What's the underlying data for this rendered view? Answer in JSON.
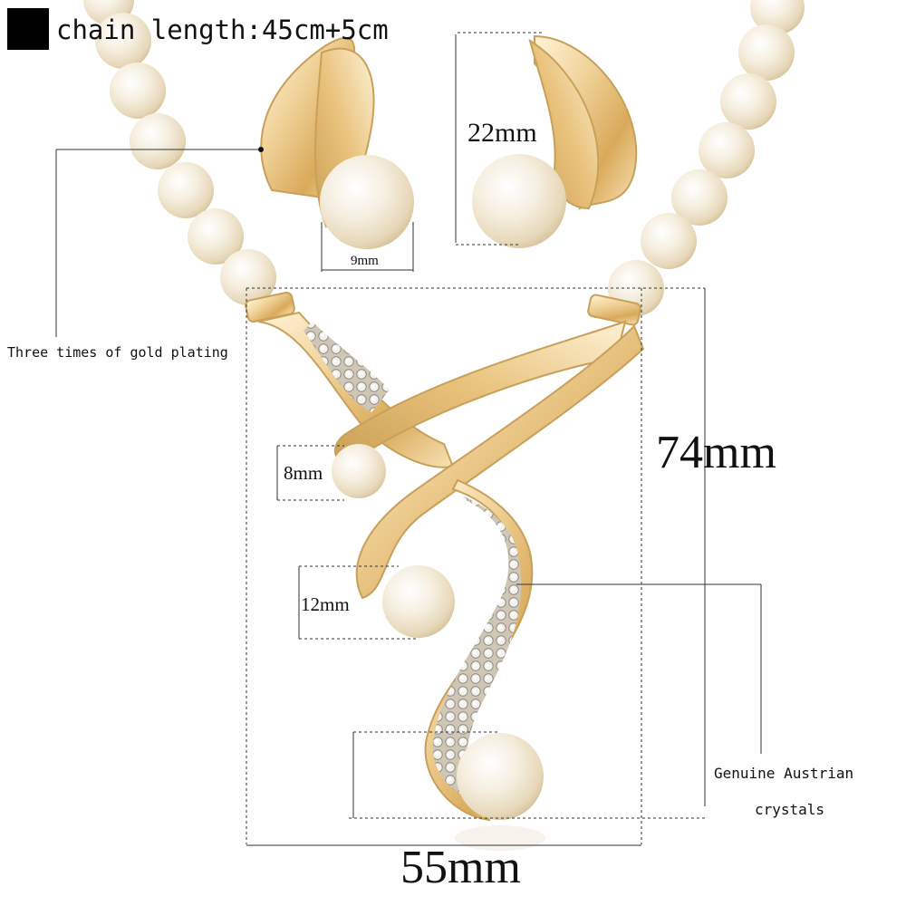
{
  "header": {
    "chain_length": "chain length:45cm+5cm"
  },
  "annotations": {
    "gold_plating": "Three times of gold plating",
    "crystals_line1": "Genuine Austrian",
    "crystals_line2": "crystals"
  },
  "dimensions": {
    "earring_height": "22mm",
    "earring_pearl": "9mm",
    "pendant_height": "74mm",
    "pendant_width": "55mm",
    "small_pearl": "8mm",
    "medium_pearl": "12mm"
  },
  "colors": {
    "gold": "#e8c88a",
    "pearl": "#f5ecd9",
    "background": "#ffffff"
  }
}
